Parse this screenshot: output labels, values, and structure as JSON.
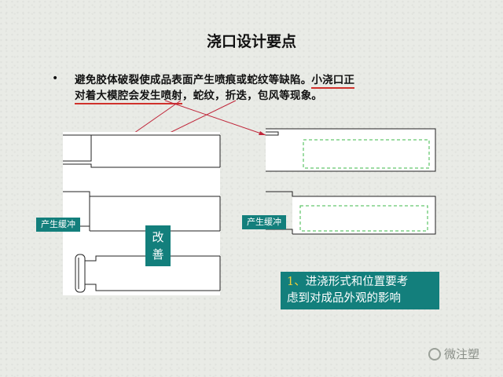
{
  "title": "浇口设计要点",
  "bullet": {
    "marker": "•",
    "line1_a": "避免胶体破裂使成品表面产生喷痕或蛇纹等缺陷。",
    "line1_b": "小浇口正",
    "line2_a": "对着大模腔会发生喷射",
    "line2_b": "，蛇纹，折迭，包风等现象。"
  },
  "left_label": "产生缓冲",
  "right_label": "产生缓冲",
  "improve": [
    "改",
    "善"
  ],
  "note": {
    "number": "1、",
    "line1": "进浇形式和位置要考",
    "line2": "虑到对成品外观的影响"
  },
  "watermark": "微注塑",
  "colors": {
    "teal": "#137f7c",
    "underline": "#d0322c",
    "arrow": "#c0263a",
    "dashed": "#3cb84a"
  }
}
